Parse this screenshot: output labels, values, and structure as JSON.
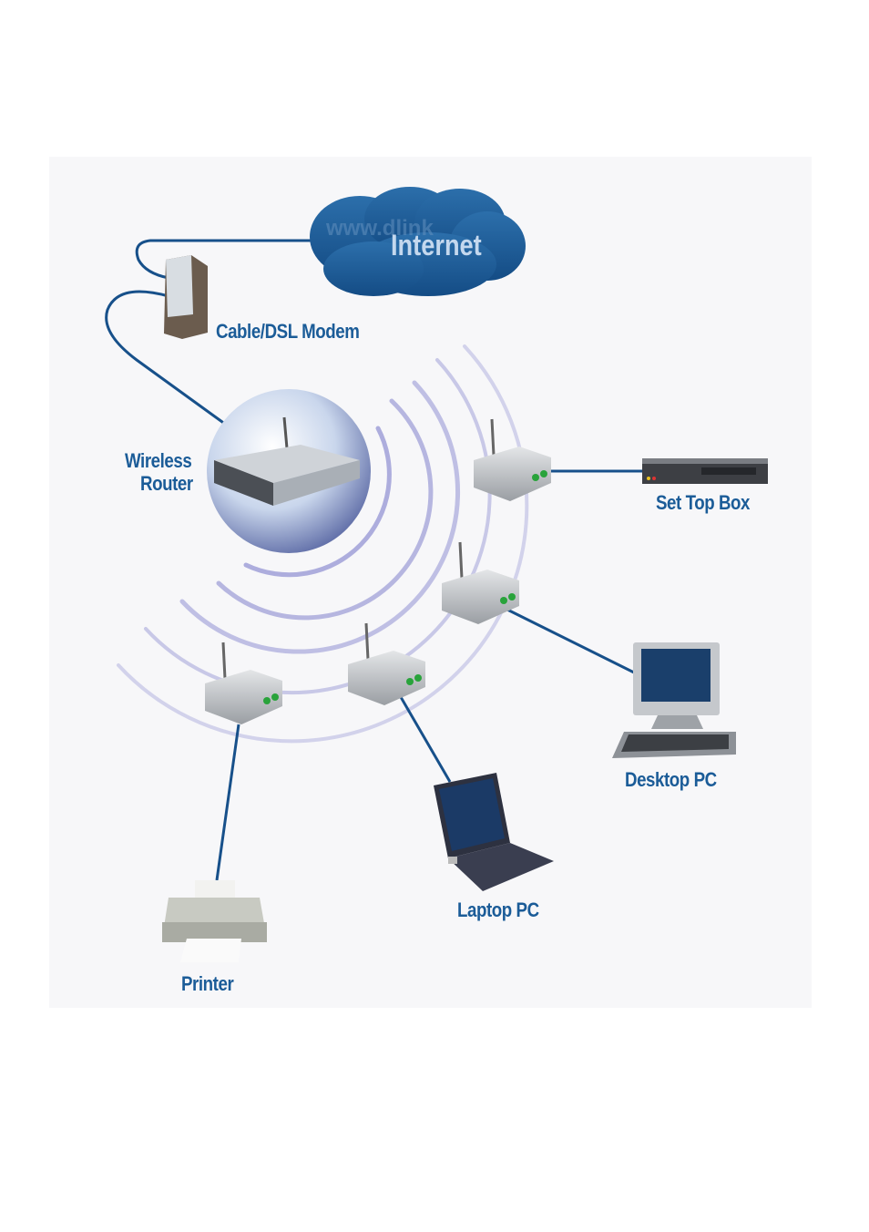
{
  "title": "Wireless home network diagram",
  "internet": {
    "label": "Internet",
    "watermark": "www.dlink"
  },
  "devices": {
    "modem": "Cable/DSL Modem",
    "router_line1": "Wireless",
    "router_line2": "Router",
    "set_top_box": "Set Top Box",
    "desktop": "Desktop PC",
    "laptop": "Laptop PC",
    "printer": "Printer"
  },
  "colors": {
    "label": "#1b5c98",
    "cable": "#17508a",
    "cloud": "#1e5f98",
    "rings": "#8f8fd0"
  }
}
